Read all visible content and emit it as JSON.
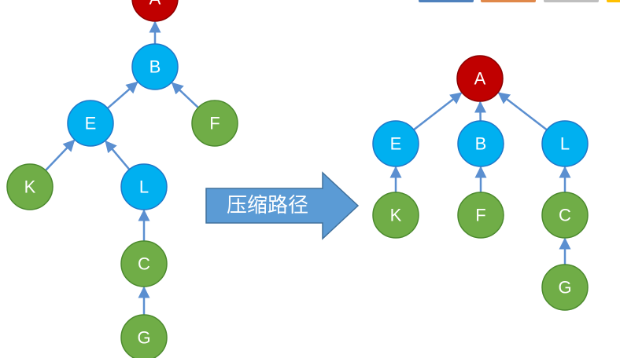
{
  "colors": {
    "root_fill": "#c00000",
    "root_stroke": "#8c0000",
    "blue_fill": "#00b0f0",
    "blue_stroke": "#1f77c8",
    "green_fill": "#70ad47",
    "green_stroke": "#4c8a2e",
    "edge": "#5b8fd0",
    "big_arrow_fill": "#5b9bd5",
    "big_arrow_stroke": "#41719c",
    "top_tab_1": "#4f81bd",
    "top_tab_2": "#e0884a",
    "top_tab_3": "#bfbfbf",
    "top_tab_4": "#ffc000"
  },
  "arrow": {
    "label": "压缩路径"
  },
  "left_tree": {
    "nodes": [
      {
        "id": "A",
        "label": "A",
        "color": "root"
      },
      {
        "id": "B",
        "label": "B",
        "color": "blue"
      },
      {
        "id": "E",
        "label": "E",
        "color": "blue"
      },
      {
        "id": "F",
        "label": "F",
        "color": "green"
      },
      {
        "id": "K",
        "label": "K",
        "color": "green"
      },
      {
        "id": "L",
        "label": "L",
        "color": "blue"
      },
      {
        "id": "C",
        "label": "C",
        "color": "green"
      },
      {
        "id": "G",
        "label": "G",
        "color": "green"
      }
    ],
    "edges": [
      {
        "from": "B",
        "to": "A"
      },
      {
        "from": "E",
        "to": "B"
      },
      {
        "from": "F",
        "to": "B"
      },
      {
        "from": "K",
        "to": "E"
      },
      {
        "from": "L",
        "to": "E"
      },
      {
        "from": "C",
        "to": "L"
      },
      {
        "from": "G",
        "to": "C"
      }
    ]
  },
  "right_tree": {
    "nodes": [
      {
        "id": "A",
        "label": "A",
        "color": "root"
      },
      {
        "id": "E",
        "label": "E",
        "color": "blue"
      },
      {
        "id": "B",
        "label": "B",
        "color": "blue"
      },
      {
        "id": "L",
        "label": "L",
        "color": "blue"
      },
      {
        "id": "K",
        "label": "K",
        "color": "green"
      },
      {
        "id": "F",
        "label": "F",
        "color": "green"
      },
      {
        "id": "C",
        "label": "C",
        "color": "green"
      },
      {
        "id": "G",
        "label": "G",
        "color": "green"
      }
    ],
    "edges": [
      {
        "from": "E",
        "to": "A"
      },
      {
        "from": "B",
        "to": "A"
      },
      {
        "from": "L",
        "to": "A"
      },
      {
        "from": "K",
        "to": "E"
      },
      {
        "from": "F",
        "to": "B"
      },
      {
        "from": "C",
        "to": "L"
      },
      {
        "from": "G",
        "to": "C"
      }
    ]
  }
}
